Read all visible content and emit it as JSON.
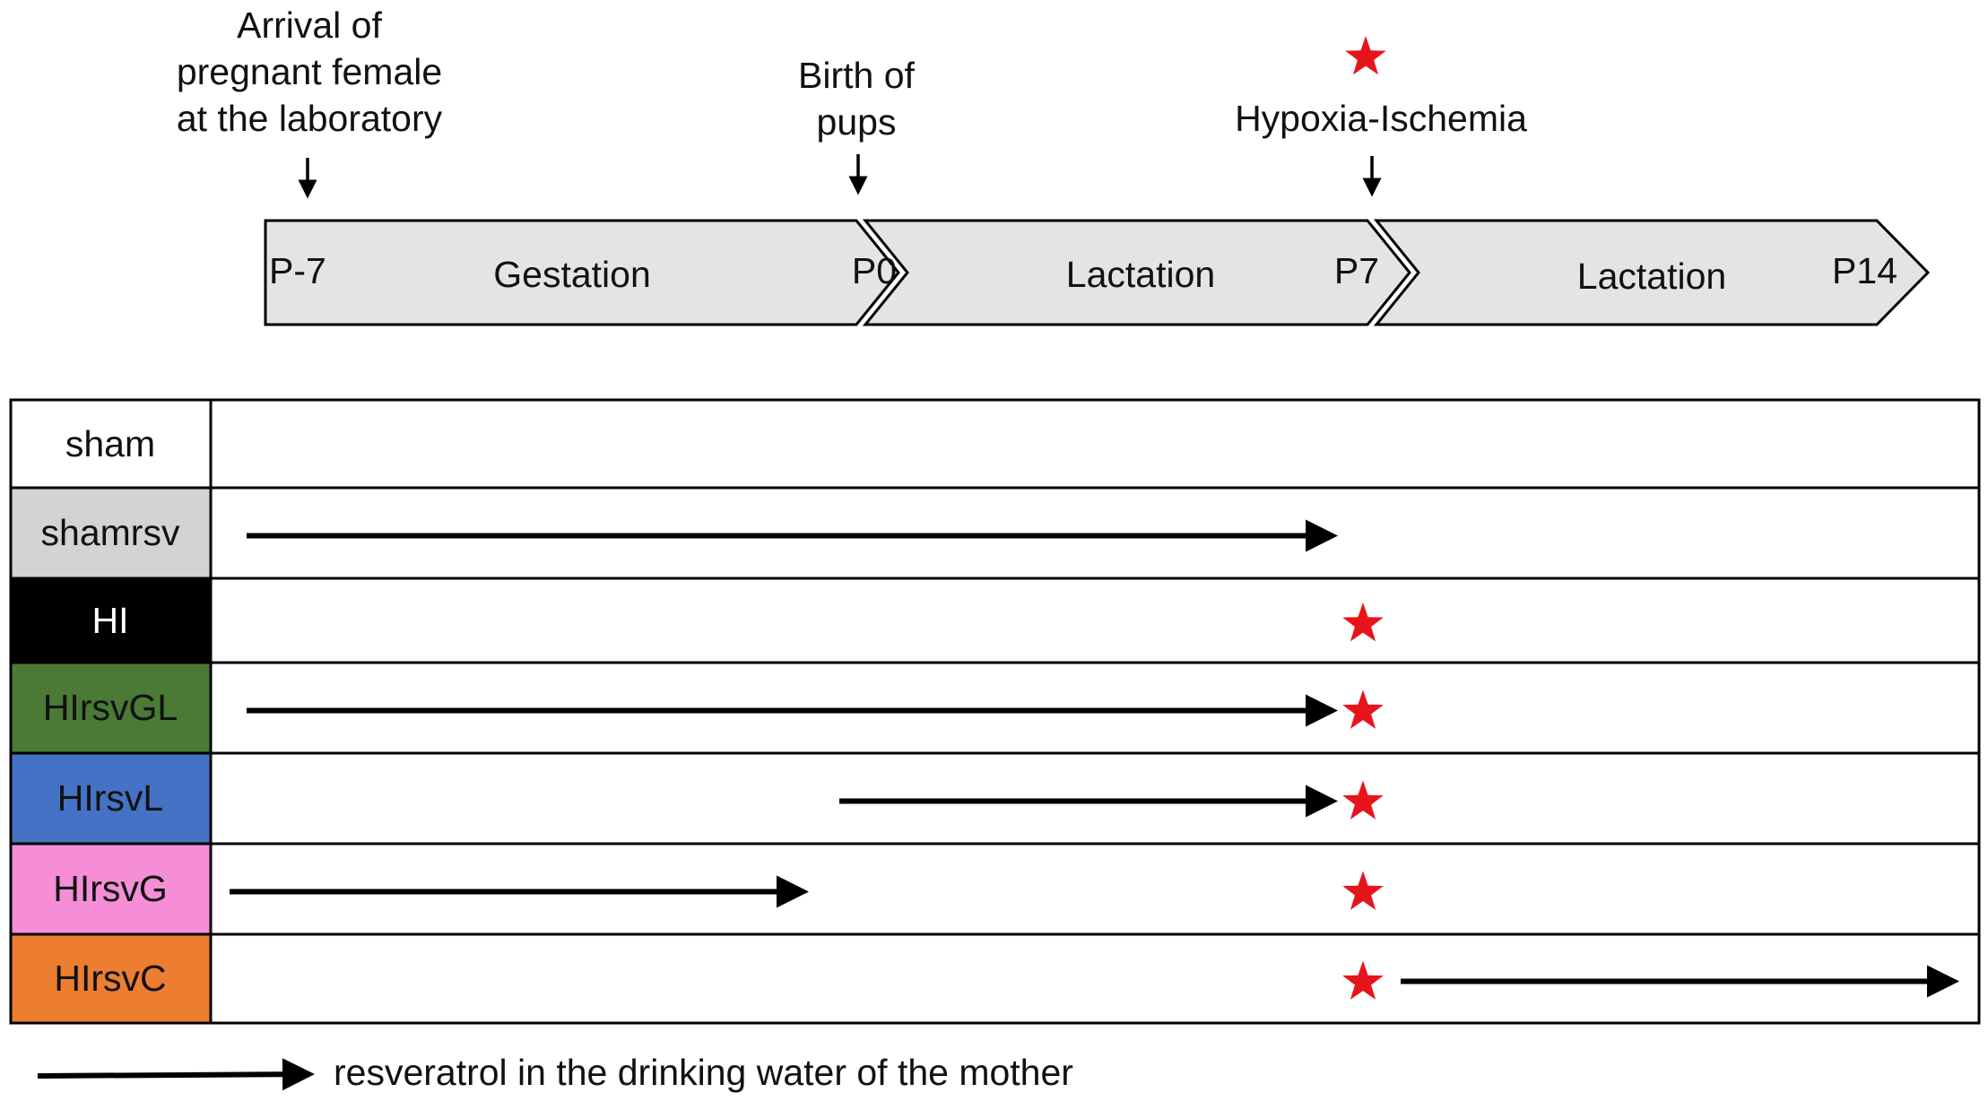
{
  "annotations": {
    "arrival": [
      "Arrival of",
      "pregnant female",
      "at the laboratory"
    ],
    "birth": [
      "Birth of",
      "pups"
    ],
    "hypoxia": "Hypoxia-Ischemia"
  },
  "timeline": {
    "segments": [
      {
        "start": "P-7",
        "name": "Gestation",
        "end": "P0"
      },
      {
        "start": "",
        "name": "Lactation",
        "end": "P7"
      },
      {
        "start": "",
        "name": "Lactation",
        "end": "P14"
      }
    ],
    "fill_color": "#e4e4e4"
  },
  "groups": [
    {
      "name": "sham",
      "color": "#ffffff",
      "text_color": "#111111",
      "treatment": null,
      "hi": false
    },
    {
      "name": "shamrsv",
      "color": "#d3d3d3",
      "text_color": "#111111",
      "treatment": [
        "P-7",
        "P7"
      ],
      "hi": false
    },
    {
      "name": "HI",
      "color": "#000000",
      "text_color": "#ffffff",
      "treatment": null,
      "hi": true
    },
    {
      "name": "HIrsvGL",
      "color": "#4a7a35",
      "text_color": "#111111",
      "treatment": [
        "P-7",
        "P7"
      ],
      "hi": true
    },
    {
      "name": "HIrsvL",
      "color": "#4472c4",
      "text_color": "#111111",
      "treatment": [
        "P0",
        "P7"
      ],
      "hi": true
    },
    {
      "name": "HIrsvG",
      "color": "#f58ed6",
      "text_color": "#111111",
      "treatment": [
        "P-7",
        "P0"
      ],
      "hi": true
    },
    {
      "name": "HIrsvC",
      "color": "#ed7d31",
      "text_color": "#111111",
      "treatment": [
        "P7",
        "P14"
      ],
      "hi": true
    }
  ],
  "legend": {
    "text": "resveratrol in the drinking water of the mother"
  },
  "colors": {
    "star": "#e8141b",
    "arrow": "#000000",
    "border": "#000000"
  }
}
